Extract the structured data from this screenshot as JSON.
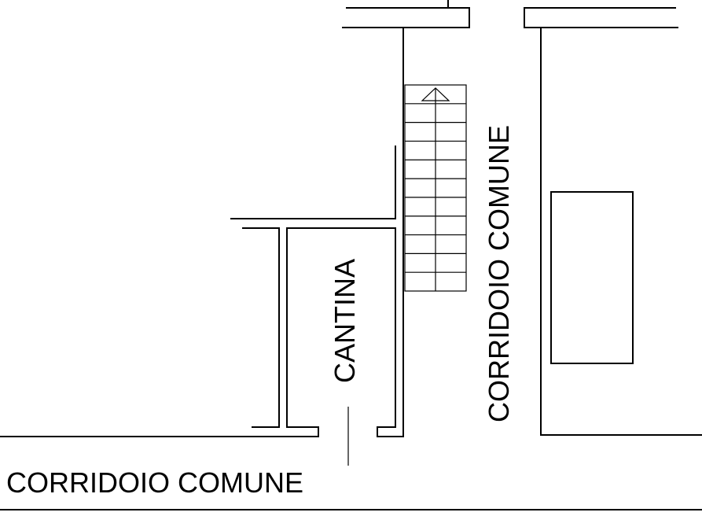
{
  "labels": {
    "room": "CANTINA",
    "corridor_vertical": "CORRIDOIO COMUNE",
    "corridor_bottom": "CORRIDOIO COMUNE"
  },
  "stair": {
    "treads": 11,
    "direction": "up"
  }
}
